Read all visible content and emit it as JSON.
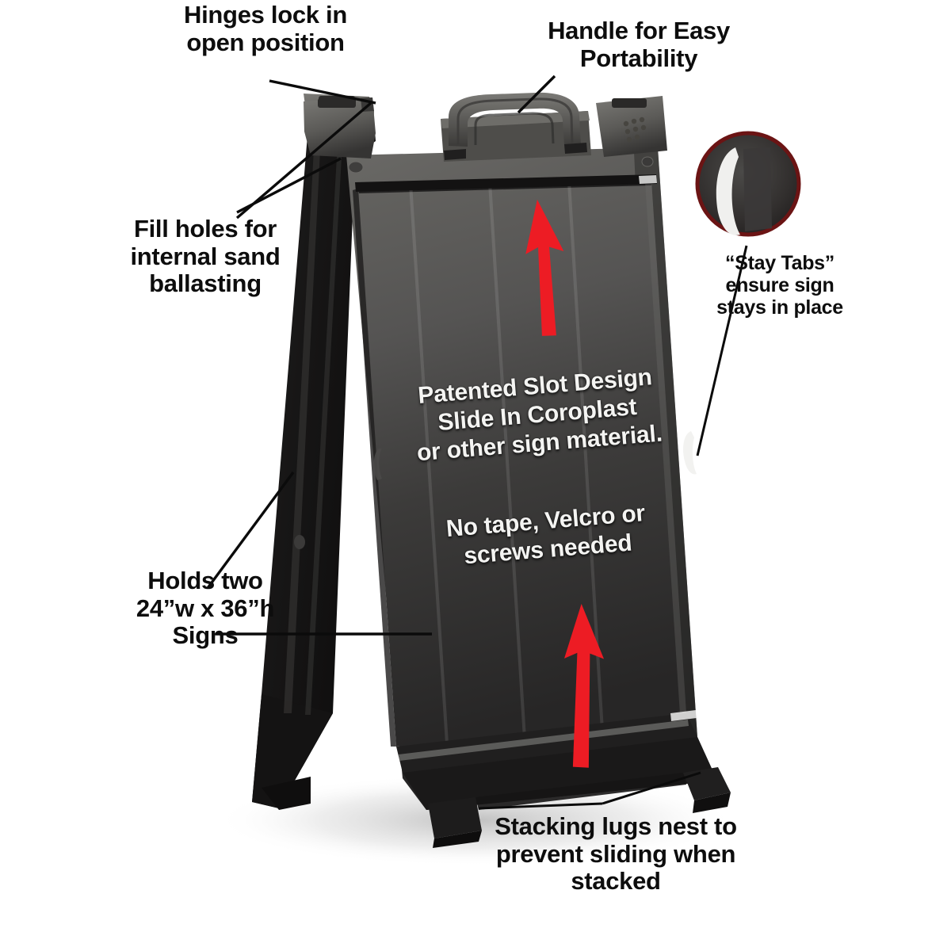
{
  "image": {
    "subject": "Black plastic A-frame sandwich board sign",
    "background_color": "#ffffff",
    "callout_text_color": "#0d0d0d",
    "arrow_color": "#ed1c24",
    "inset_ring_color": "#6b1414",
    "sign_face_top_color": "#5a5a5a",
    "sign_face_bottom_color": "#2b2b2b",
    "rear_panel_color": "#191919"
  },
  "callouts": {
    "hinges": {
      "label": "Hinges lock in\nopen position"
    },
    "handle": {
      "label": "Handle for Easy\nPortability"
    },
    "fill_holes": {
      "label": "Fill holes for\ninternal sand\nballasting"
    },
    "stay_tabs": {
      "label": "“Stay Tabs”\nensure sign\nstays in place"
    },
    "holds": {
      "label": "Holds two\n24”w x 36”h\nSigns"
    },
    "stacking": {
      "label": "Stacking lugs nest to\nprevent sliding when\nstacked"
    }
  },
  "sign_face": {
    "block_1": "Patented Slot Design\nSlide In Coroplast\nor other sign material.",
    "block_2": "No tape, Velcro or\nscrews needed"
  },
  "icons": {
    "arrow_top": "up-arrow-icon",
    "arrow_bottom": "up-arrow-icon",
    "detail_inset": "stay-tab-closeup-icon"
  }
}
